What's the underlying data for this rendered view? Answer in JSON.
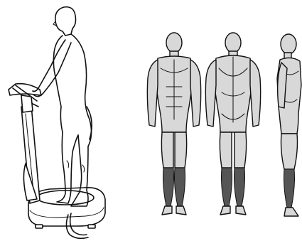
{
  "colors": {
    "background": "#ffffff",
    "ink": "#111111",
    "muscle": "#d8d8d8",
    "highlighted_muscle": "#555555"
  },
  "illustration": {
    "left_panel": {
      "icons": [
        "vibration-platform-icon",
        "standing-person-icon"
      ]
    },
    "right_panel": {
      "views": [
        "front",
        "back",
        "side"
      ],
      "highlighted_muscle_group": "lower-legs"
    }
  }
}
